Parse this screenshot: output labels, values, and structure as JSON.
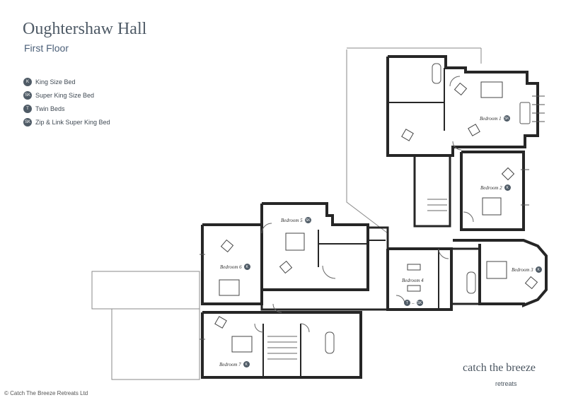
{
  "header": {
    "title": "Oughtershaw Hall",
    "subtitle": "First Floor"
  },
  "legend": [
    {
      "code": "K",
      "label": "King Size Bed"
    },
    {
      "code": "SK",
      "label": "Super King Size Bed"
    },
    {
      "code": "T",
      "label": "Twin Beds"
    },
    {
      "code": "SK",
      "label": "Zip & Link Super King Bed"
    }
  ],
  "rooms": {
    "bedroom1": {
      "name": "Bedroom 1",
      "code": "SK"
    },
    "bedroom2": {
      "name": "Bedroom 2",
      "code": "K"
    },
    "bedroom3": {
      "name": "Bedroom 3",
      "code": "K"
    },
    "bedroom4": {
      "name": "Bedroom 4",
      "code_t": "T",
      "code_sk": "SK"
    },
    "bedroom5": {
      "name": "Bedroom 5",
      "code": "SK"
    },
    "bedroom6": {
      "name": "Bedroom 6",
      "code": "K"
    },
    "bedroom7": {
      "name": "Bedroom 7",
      "code": "K"
    }
  },
  "brand": {
    "name": "catch the breeze",
    "sub": "retreats"
  },
  "footer": {
    "copyright": "© Catch The Breeze Retreats Ltd"
  },
  "colors": {
    "wall": "#2a2a2a",
    "text": "#4e5a66",
    "badge": "#4f5b66"
  }
}
